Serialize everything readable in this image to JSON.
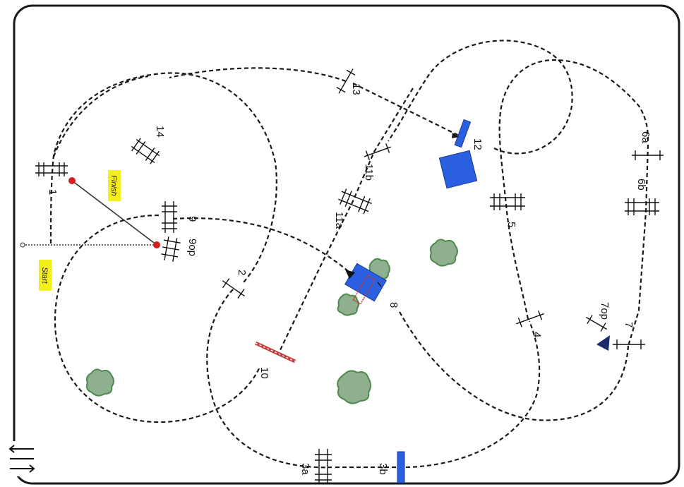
{
  "course": {
    "start_label": "Start",
    "finish_label": "Finish",
    "jumps": [
      {
        "id": "j1",
        "label": "1"
      },
      {
        "id": "j2",
        "label": "2"
      },
      {
        "id": "j3a",
        "label": "3a"
      },
      {
        "id": "j3b",
        "label": "3b"
      },
      {
        "id": "j4",
        "label": "4"
      },
      {
        "id": "j5",
        "label": "5"
      },
      {
        "id": "j6a",
        "label": "6a"
      },
      {
        "id": "j6b",
        "label": "6b"
      },
      {
        "id": "j7",
        "label": "7"
      },
      {
        "id": "j7op",
        "label": "7op"
      },
      {
        "id": "j8",
        "label": "8"
      },
      {
        "id": "j9",
        "label": "9"
      },
      {
        "id": "j9op",
        "label": "9op"
      },
      {
        "id": "j10",
        "label": "10"
      },
      {
        "id": "j11a",
        "label": "11a"
      },
      {
        "id": "j11b",
        "label": "11b"
      },
      {
        "id": "j12",
        "label": "12"
      },
      {
        "id": "j13",
        "label": "13"
      },
      {
        "id": "j14",
        "label": "14"
      }
    ]
  },
  "colors": {
    "arena_border": "#1a1a1a",
    "obstacle_blue": "#2a5fe0",
    "label_yellow": "#f2ef1a",
    "tree_green": "#8fb08f",
    "flag_red": "#d42020",
    "pole_red": "#c23b3b"
  }
}
